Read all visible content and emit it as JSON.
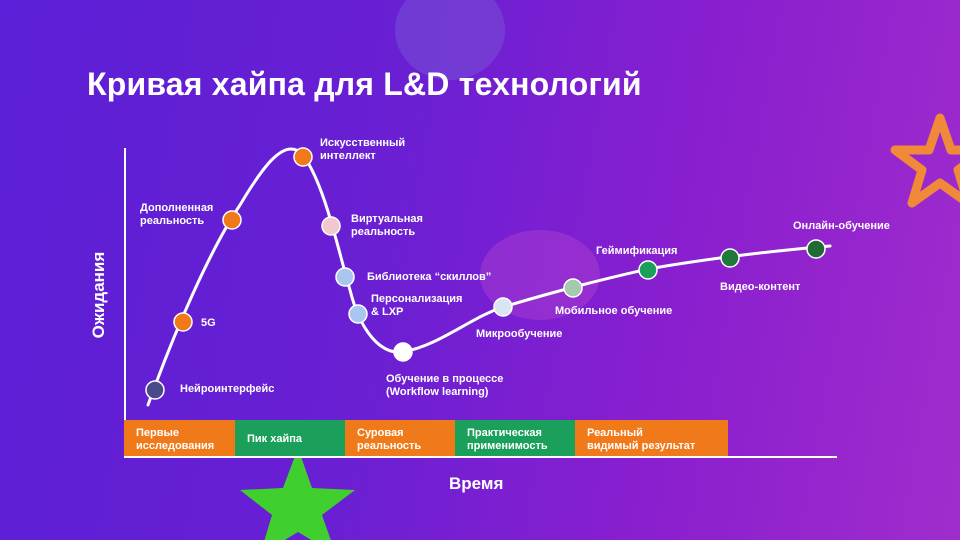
{
  "title": "Кривая хайпа для L&D технологий",
  "y_axis_label": "Ожидания",
  "x_axis_label": "Время",
  "colors": {
    "orange": "#f07a1a",
    "green": "#1aa05a",
    "curve": "#ffffff"
  },
  "technologies": [
    {
      "name": "Нейроинтерфейс",
      "color": "#4a4a8a"
    },
    {
      "name": "5G",
      "color": "#f07a1a"
    },
    {
      "name": "Дополненная\nреальность",
      "color": "#f07a1a"
    },
    {
      "name": "Искусственный\nинтеллект",
      "color": "#f07a1a"
    },
    {
      "name": "Виртуальная\nреальность",
      "color": "#f2c7d0"
    },
    {
      "name": "Библиотека “скиллов”",
      "color": "#a9c6f0"
    },
    {
      "name": "Персонализация\n& LXP",
      "color": "#a9c6f0"
    },
    {
      "name": "Обучение в процессе\n(Workflow learning)",
      "color": "#ffffff"
    },
    {
      "name": "Микрообучение",
      "color": "#d9e6f2"
    },
    {
      "name": "Мобильное обучение",
      "color": "#a3c9b0"
    },
    {
      "name": "Геймификация",
      "color": "#1aa05a"
    },
    {
      "name": "Видео-контент",
      "color": "#1f7a3a"
    },
    {
      "name": "Онлайн-обучение",
      "color": "#1f6a35"
    }
  ],
  "phases": [
    {
      "label": "Первые\nисследования",
      "color": "#f07a1a"
    },
    {
      "label": "Пик хайпа",
      "color": "#1aa05a"
    },
    {
      "label": "Суровая\nреальность",
      "color": "#f07a1a"
    },
    {
      "label": "Практическая\nприменимость",
      "color": "#1aa05a"
    },
    {
      "label": "Реальный\nвидимый результат",
      "color": "#f07a1a"
    }
  ]
}
